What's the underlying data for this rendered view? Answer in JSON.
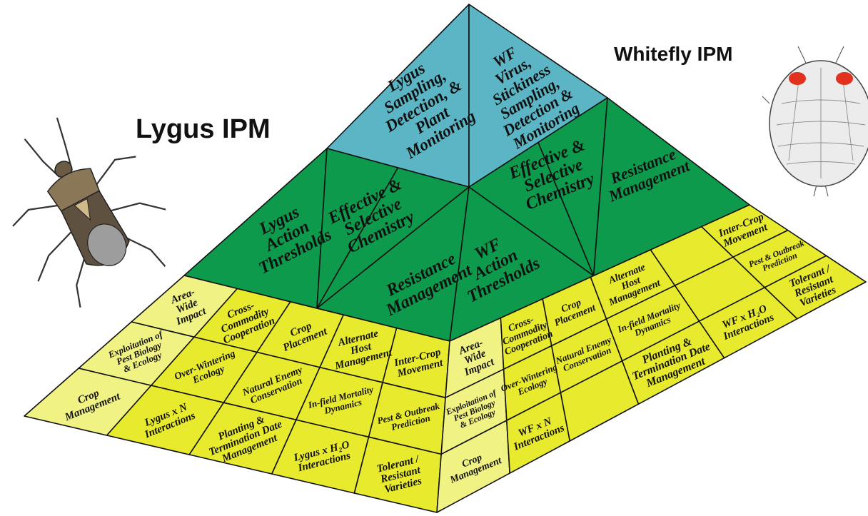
{
  "titles": {
    "lygus": "Lygus IPM",
    "whitefly": "Whitefly IPM"
  },
  "colors": {
    "sky": "#5cb5c4",
    "green": "#0d9a4c",
    "yellow": "#e8ea2e",
    "yellow_light": "#f1f284",
    "stroke": "#111111"
  },
  "tiers": {
    "top": {
      "lygus": [
        "Lygus",
        "Sampling,",
        "Detection, &",
        "Plant",
        "Monitoring"
      ],
      "wf": [
        "WF",
        "Virus,",
        "Stickiness",
        "Sampling,",
        "Detection &",
        "Monitoring"
      ]
    },
    "middle": {
      "lygus_action": [
        "Lygus",
        "Action",
        "Thresholds"
      ],
      "lygus_chem": [
        "Effective &",
        "Selective",
        "Chemistry"
      ],
      "lygus_resist": [
        "Resistance",
        "Management"
      ],
      "wf_action": [
        "WF",
        "Action",
        "Thresholds"
      ],
      "wf_chem": [
        "Effective &",
        "Selective",
        "Chemistry"
      ],
      "wf_resist": [
        "Resistance",
        "Management"
      ]
    },
    "base_left": {
      "area_wide": [
        "Area-",
        "Wide",
        "Impact"
      ],
      "cross_commodity": [
        "Cross-",
        "Commodity",
        "Cooperation"
      ],
      "crop_placement": [
        "Crop",
        "Placement"
      ],
      "exploitation": [
        "Exploitation of",
        "Pest Biology",
        "& Ecology"
      ],
      "over_wintering": [
        "Over-Wintering",
        "Ecology"
      ],
      "natural_enemy": [
        "Natural Enemy",
        "Conservation"
      ],
      "crop_management": [
        "Crop",
        "Management"
      ],
      "lygus_n": [
        "Lygus x N",
        "Interactions"
      ],
      "planting": [
        "Planting &",
        "Termination Date",
        "Management"
      ],
      "alternate_host": [
        "Alternate",
        "Host",
        "Management"
      ],
      "inter_crop": [
        "Inter-Crop",
        "Movement"
      ],
      "infield": [
        "In-field Mortality",
        "Dynamics"
      ],
      "pest_outbreak": [
        "Pest & Outbreak",
        "Prediction"
      ],
      "lygus_h2o": [
        "Lygus x H₂O",
        "Interactions"
      ],
      "tolerant": [
        "Tolerant /",
        "Resistant",
        "Varieties"
      ]
    },
    "base_right": {
      "area_wide": [
        "Area-",
        "Wide",
        "Impact"
      ],
      "cross_commodity": [
        "Cross-",
        "Commodity",
        "Cooperation"
      ],
      "exploitation": [
        "Exploitation of",
        "Pest Biology",
        "& Ecology"
      ],
      "over_wintering": [
        "Over-Wintering",
        "Ecology"
      ],
      "crop_management": [
        "Crop",
        "Management"
      ],
      "wf_n": [
        "WF x N",
        "Interactions"
      ],
      "crop_placement": [
        "Crop",
        "Placement"
      ],
      "alternate_host": [
        "Alternate",
        "Host",
        "Management"
      ],
      "inter_crop": [
        "Inter-Crop",
        "Movement"
      ],
      "natural_enemy": [
        "Natural Enemy",
        "Conservation"
      ],
      "infield": [
        "In-field Mortality",
        "Dynamics"
      ],
      "pest_outbreak": [
        "Pest & Outbreak",
        "Prediction"
      ],
      "planting": [
        "Planting &",
        "Termination Date",
        "Management"
      ],
      "wf_h2o": [
        "WF x H₂O",
        "Interactions"
      ],
      "tolerant": [
        "Tolerant /",
        "Resistant",
        "Varieties"
      ]
    }
  },
  "icons": {
    "left": "lygus-bug-icon",
    "right": "whitefly-icon"
  }
}
